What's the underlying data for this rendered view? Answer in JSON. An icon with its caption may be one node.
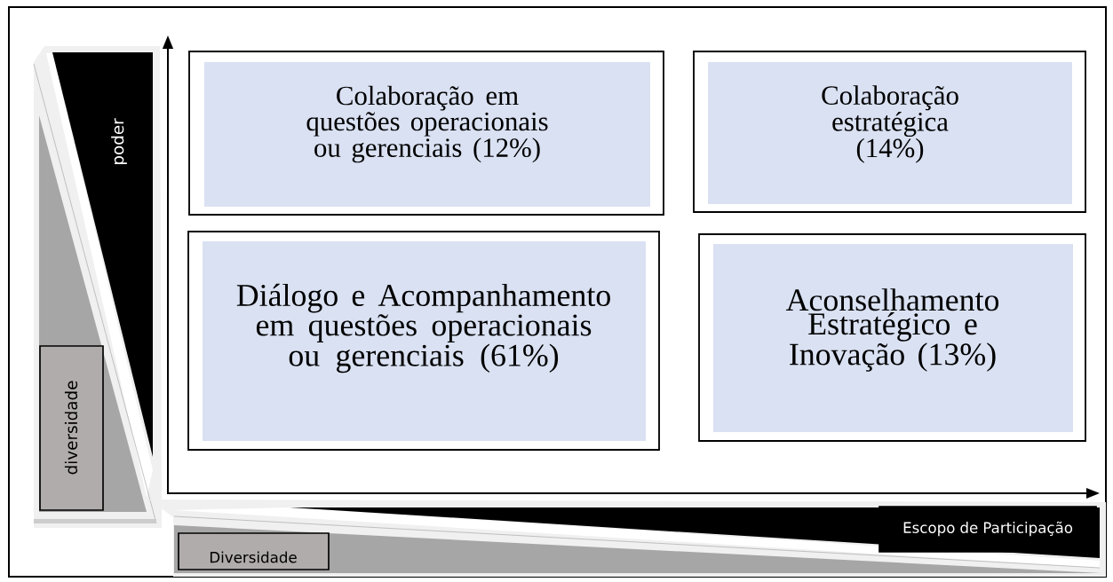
{
  "diagram": {
    "nodes": [
      {
        "text": [
          "poder"
        ]
      },
      {
        "text": [
          "Colaboração em questões operacionais ou gerenciais (12%)"
        ]
      },
      {
        "text": [
          "Colaboração estratégica (14%)"
        ]
      },
      {
        "text": [
          "diversidade"
        ]
      },
      {
        "text": [
          "Diálogo e Acompanhamento em questões operacionais ou gerenciais (61%)"
        ]
      },
      {
        "text": [
          "Aconselhamento Estratégico e Inovação (13%)"
        ]
      },
      {
        "text": [
          "Escopo de Participação"
        ]
      },
      {
        "text": [
          "Diversidade"
        ]
      }
    ]
  }
}
